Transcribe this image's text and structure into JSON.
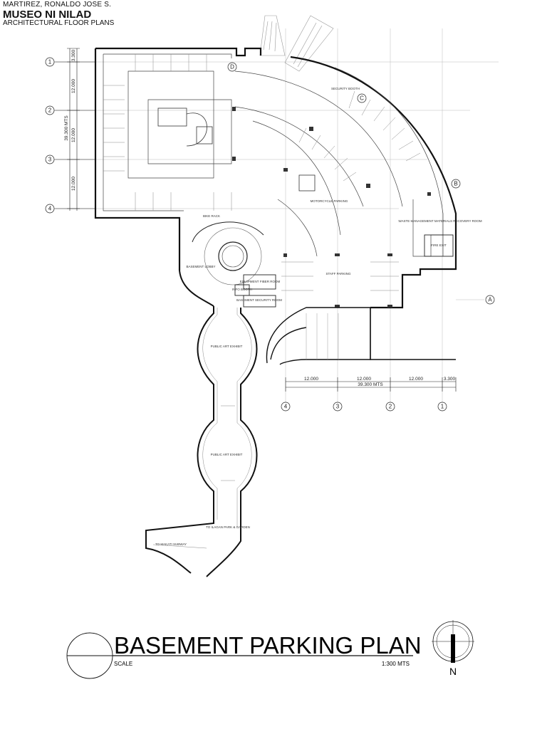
{
  "header": {
    "author": "MARTIREZ, RONALDO JOSE S.",
    "project": "MUSEO NI NILAD",
    "subtitle": "ARCHITECTURAL FLOOR PLANS"
  },
  "title_block": {
    "title": "BASEMENT PARKING PLAN",
    "scale_label": "SCALE",
    "scale_value": "1:300 MTS",
    "north": "N"
  },
  "grid": {
    "rows": [
      "1",
      "2",
      "3",
      "4"
    ],
    "cols": [
      "4",
      "3",
      "2",
      "1"
    ],
    "letters": [
      "A",
      "B",
      "C",
      "D"
    ]
  },
  "dimensions": {
    "vertical": [
      "3.300",
      "12.000",
      "12.000",
      "12.000"
    ],
    "vertical_total": "39.300 MTS",
    "horizontal": [
      "12.000",
      "12.000",
      "12.000",
      "3.300"
    ],
    "horizontal_total": "39.300 MTS"
  },
  "rooms": {
    "bike_rack": "BIKE RACK",
    "basement_lobby": "BASEMENT LOBBY",
    "motorcycle_parking": "MOTORCYCLE PARKING",
    "staff_parking": "STAFF PARKING",
    "public_art_1": "PUBLIC ART EXHIBIT",
    "public_art_2": "PUBLIC ART EXHIBIT",
    "security_booth": "SECURITY BOOTH",
    "fire_exit": "FIRE EXIT",
    "waste_room": "WASTE MANAGEMENT MATERIALS RECOVERY ROOM",
    "basement_security": "BASEMENT SECURITY ROOM",
    "info_booth": "INFO BOOTH",
    "fiber_room": "EQUIPMENT FIBER ROOM",
    "to_parks": "TO ILAGAN PARK & GARDEN",
    "to_subway": "TO MAKATI SUBWAY"
  }
}
